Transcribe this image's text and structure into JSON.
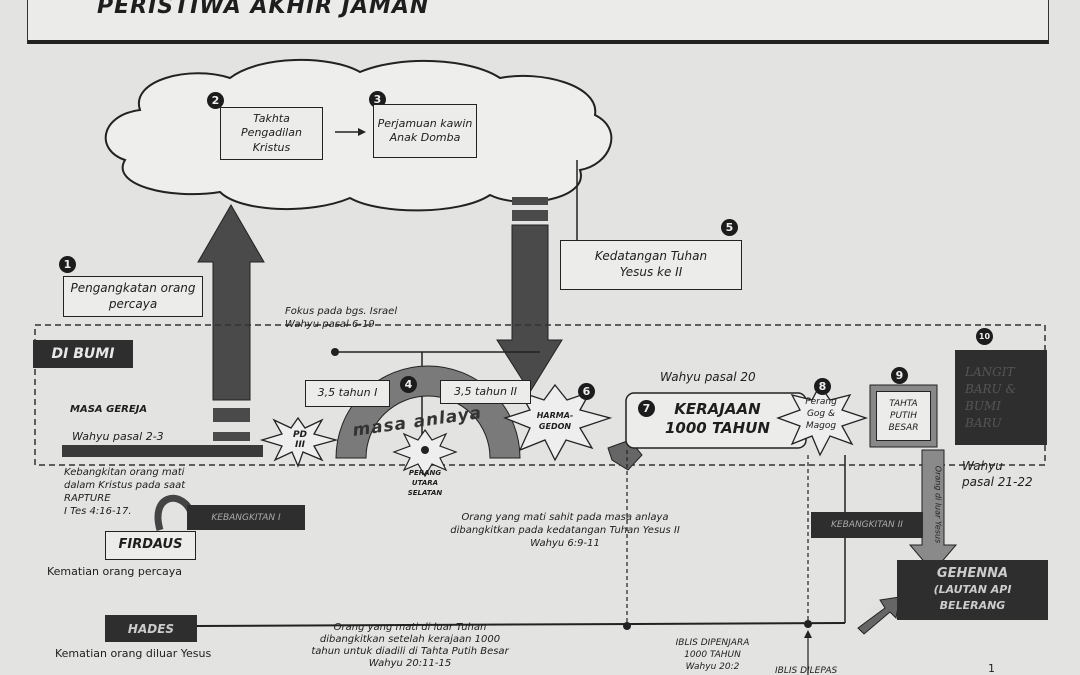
{
  "title": "PERISTIWA AKHIR JAMAN",
  "heaven": {
    "n2": "2",
    "box2": "Takhta Pengadilan Kristus",
    "n3": "3",
    "box3": "Perjamuan kawin Anak Domba"
  },
  "n1": "1",
  "box1": "Pengangkatan orang percaya",
  "n5": "5",
  "box5": "Kedatangan Tuhan Yesus ke II",
  "fokus": [
    "Fokus pada bgs. Israel",
    "Wahyu pasal 6-19"
  ],
  "di_bumi": "DI BUMI",
  "masa_gereja": "MASA GEREJA",
  "wahyu_2_3": "Wahyu pasal 2-3",
  "pd": "PD III",
  "n4": "4",
  "tahun1": "3,5 tahun I",
  "tahun2": "3,5 tahun II",
  "masa_anlaya": "masa anlaya",
  "perang_utara": [
    "PERANG",
    "UTARA",
    "SELATAN"
  ],
  "n6": "6",
  "harmagedon": [
    "HARMA-",
    "GEDON"
  ],
  "wahyu_20": "Wahyu pasal 20",
  "n7": "7",
  "kerajaan": [
    "KERAJAAN",
    "1000 TAHUN"
  ],
  "n8": "8",
  "gog": [
    "Perang",
    "Gog &",
    "Magog"
  ],
  "n9": "9",
  "tahta": [
    "TAHTA",
    "PUTIH",
    "BESAR"
  ],
  "n10": "10",
  "langit": [
    "LANGIT",
    "BARU &",
    "BUMI",
    "BARU"
  ],
  "wahyu_21_22": [
    "Wahyu",
    "pasal 21-22"
  ],
  "kebangkitan_text": [
    "Kebangkitan orang mati",
    "dalam Kristus pada saat",
    "RAPTURE",
    "I Tes 4:16-17."
  ],
  "kebangkitan1": "KEBANGKITAN I",
  "firdaus": "FIRDAUS",
  "kematian_percaya": "Kematian orang percaya",
  "hades": "HADES",
  "kematian_luar": "Kematian orang diluar Yesus",
  "mati_sahit": [
    "Orang yang mati sahit pada masa anlaya",
    "dibangkitkan pada kedatangan Tuhan Yesus II",
    "Wahyu 6:9-11"
  ],
  "mati_luar": [
    "Orang yang mati di luar Tuhan",
    "dibangkitkan setelah kerajaan 1000",
    "tahun untuk diadili di Tahta Putih Besar",
    "Wahyu 20:11-15"
  ],
  "kebangkitan2": "KEBANGKITAN II",
  "orang_luar_yesus": "Orang di luar Yesus",
  "gehenna": [
    "GEHENNA",
    "(LAUTAN API",
    "BELERANG"
  ],
  "iblis": "iblis",
  "iblis_penjara": [
    "IBLIS DIPENJARA",
    "1000 TAHUN",
    "Wahyu 20:2"
  ],
  "iblis_dilepas": "IBLIS DILEPAS",
  "page_number": "1"
}
